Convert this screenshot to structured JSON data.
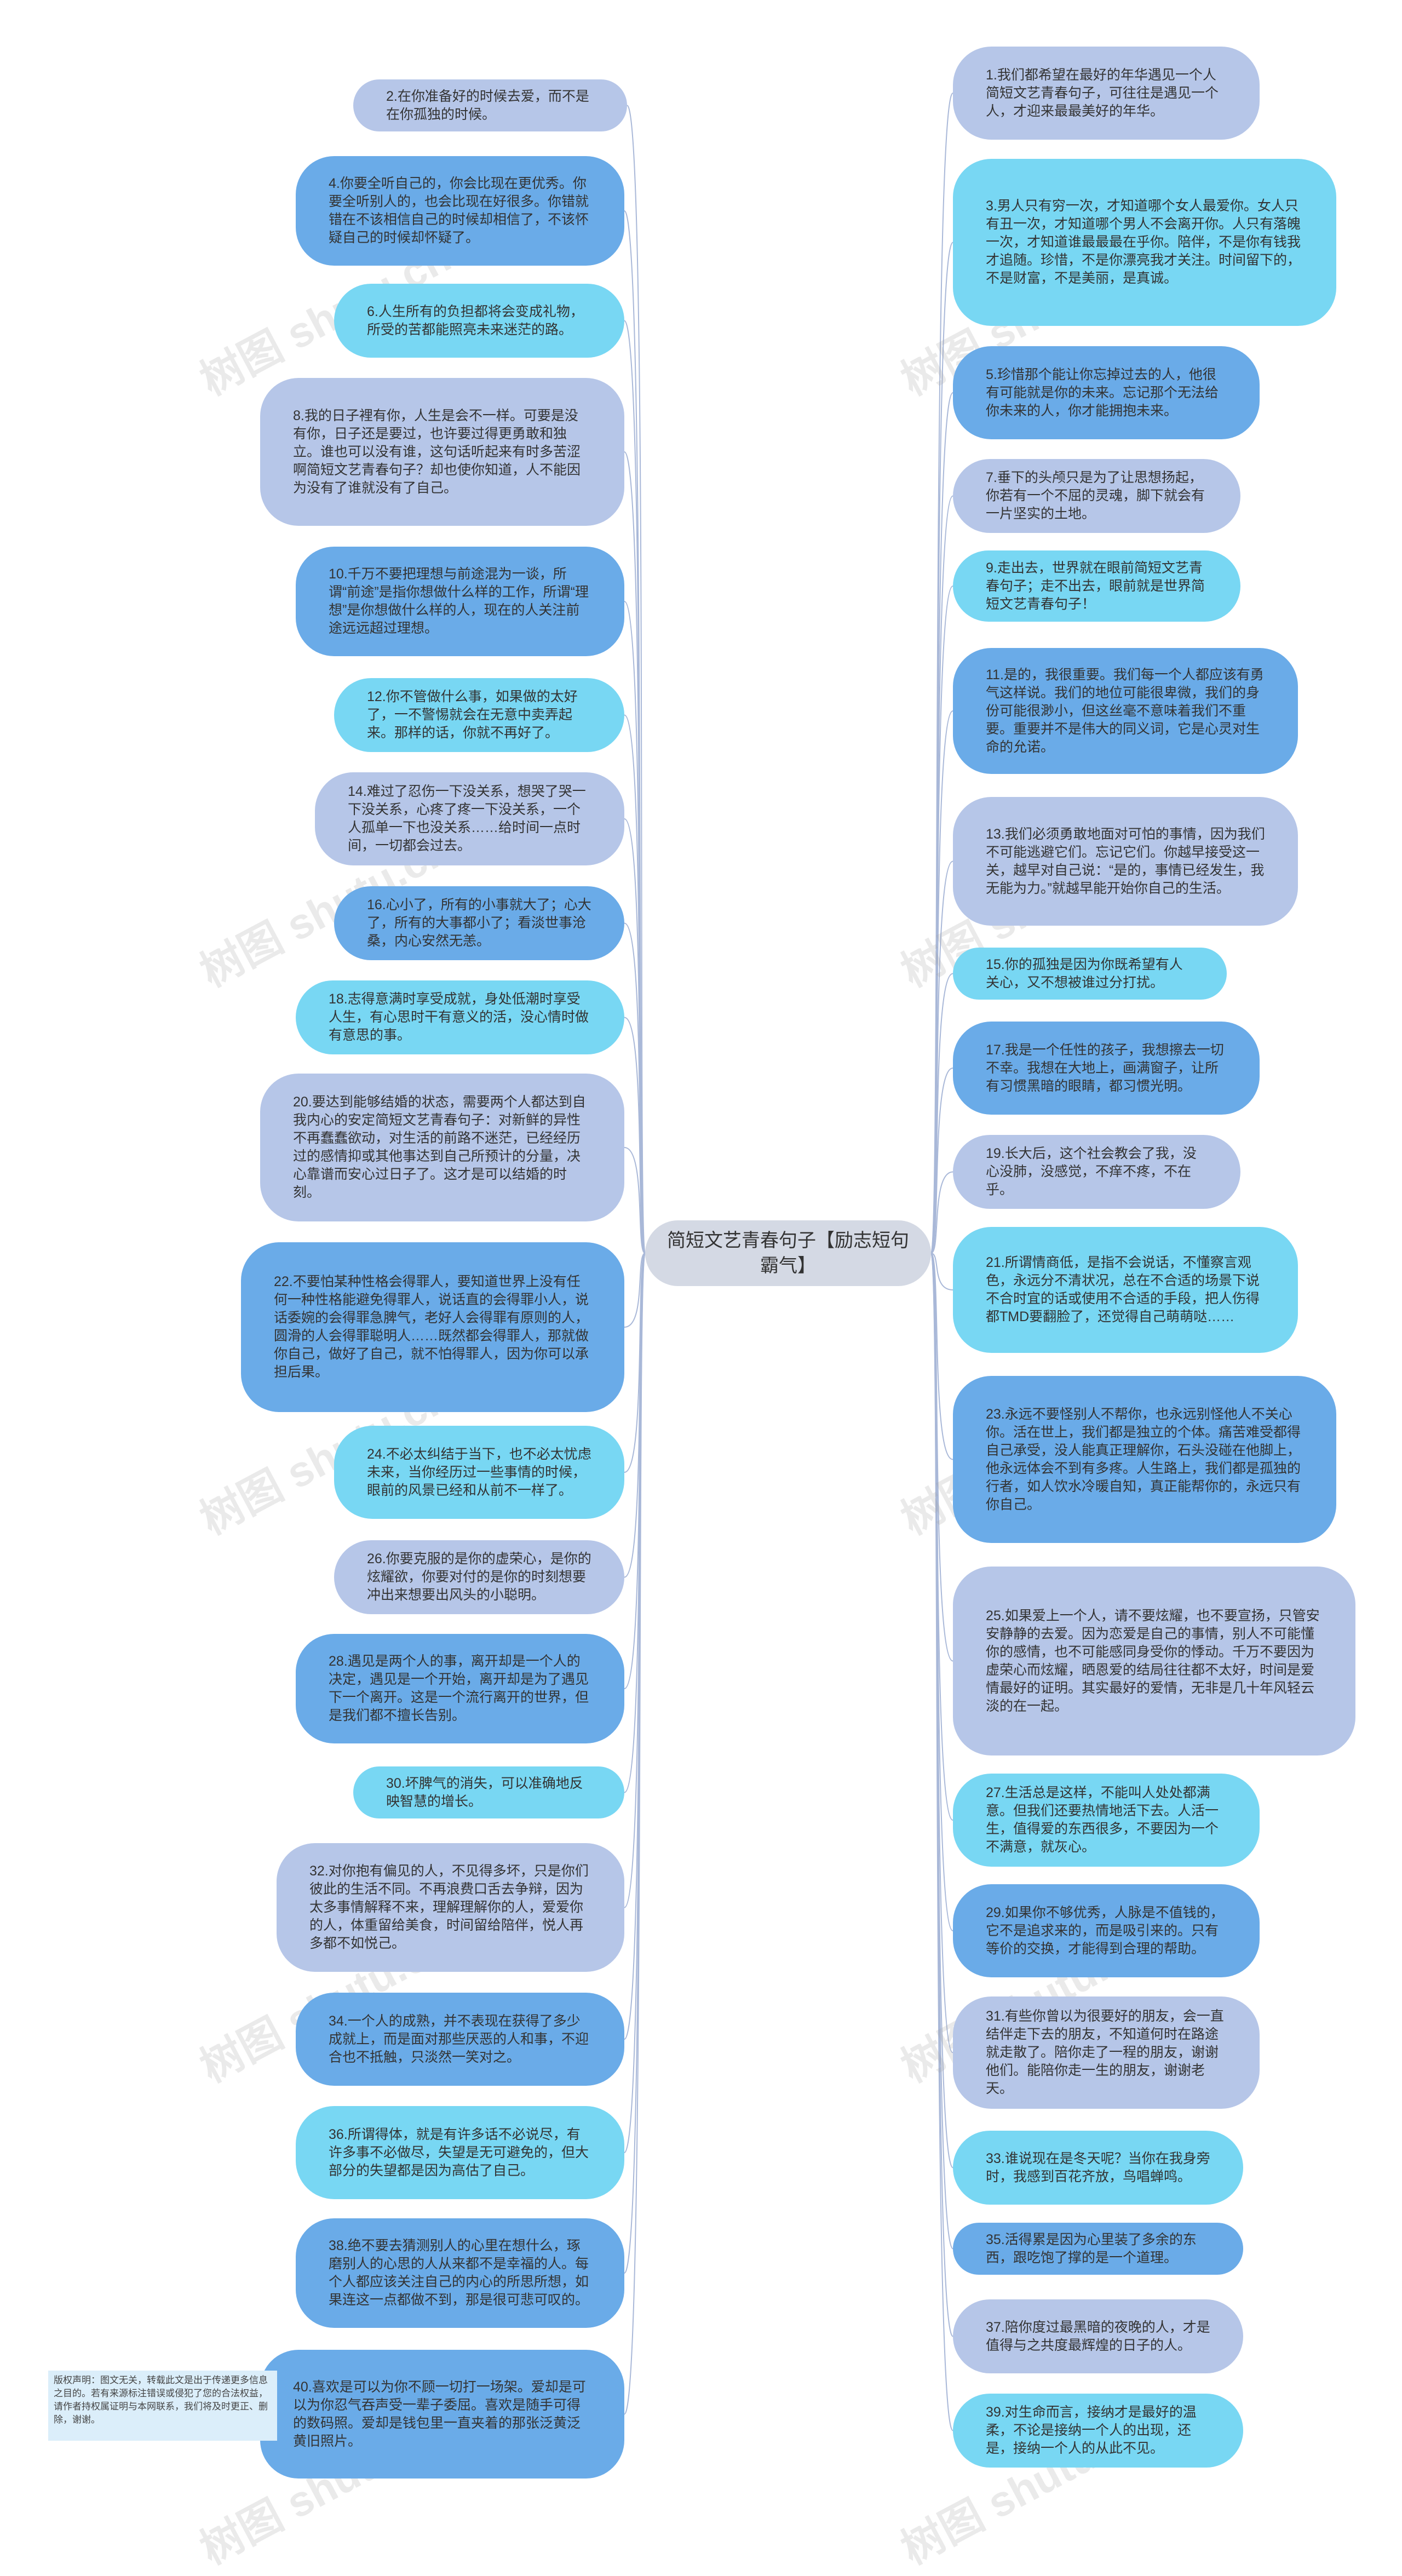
{
  "center": {
    "label": "简短文艺青春句子【励志短句霸气】"
  },
  "copyright": "版权声明：图文无关，转载此文是出于传递更多信息之目的。若有来源标注错误或侵犯了您的合法权益，请作者持权属证明与本网联系，我们将及时更正、删除，谢谢。",
  "watermark": "树图 shutu.cn",
  "colors": {
    "blue": "#6aabe8",
    "lavender": "#b6c6e8",
    "cyan": "#78d7f3",
    "center": "#d4d9e4",
    "line": "#a9b8d8"
  },
  "left_nodes": [
    "2.在你准备好的时候去爱，而不是在你孤独的时候。",
    "4.你要全听自己的，你会比现在更优秀。你要全听别人的，也会比现在好很多。你错就错在不该相信自己的时候却相信了，不该怀疑自己的时候却怀疑了。",
    "6.人生所有的负担都将会变成礼物，所受的苦都能照亮未来迷茫的路。",
    "8.我的日子裡有你，人生是会不一样。可要是没有你，日子还是要过，也许要过得更勇敢和独立。谁也可以没有谁，这句话听起来有时多苦涩啊简短文艺青春句子？却也使你知道，人不能因为没有了谁就没有了自己。",
    "10.千万不要把理想与前途混为一谈，所谓“前途”是指你想做什么样的工作，所谓“理想”是你想做什么样的人，现在的人关注前途远远超过理想。",
    "12.你不管做什么事，如果做的太好了，一不警惕就会在无意中卖弄起来。那样的话，你就不再好了。",
    "14.难过了忍伤一下没关系，想哭了哭一下没关系，心疼了疼一下没关系，一个人孤单一下也没关系……给时间一点时间，一切都会过去。",
    "16.心小了，所有的小事就大了；心大了，所有的大事都小了；看淡世事沧桑，内心安然无恙。",
    "18.志得意满时享受成就，身处低潮时享受人生，有心思时干有意义的活，没心情时做有意思的事。",
    "20.要达到能够结婚的状态，需要两个人都达到自我内心的安定简短文艺青春句子：对新鲜的异性不再蠢蠢欲动，对生活的前路不迷茫，已经经历过的感情抑或其他事达到自己所预计的分量，决心靠谱而安心过日子了。这才是可以结婚的时刻。",
    "22.不要怕某种性格会得罪人，要知道世界上没有任何一种性格能避免得罪人，说话直的会得罪小人，说话委婉的会得罪急脾气，老好人会得罪有原则的人，圆滑的人会得罪聪明人……既然都会得罪人，那就做你自己，做好了自己，就不怕得罪人，因为你可以承担后果。",
    "24.不必太纠结于当下，也不必太忧虑未来，当你经历过一些事情的时候，眼前的风景已经和从前不一样了。",
    "26.你要克服的是你的虚荣心，是你的炫耀欲，你要对付的是你的时刻想要冲出来想要出风头的小聪明。",
    "28.遇见是两个人的事，离开却是一个人的决定，遇见是一个开始，离开却是为了遇见下一个离开。这是一个流行离开的世界，但是我们都不擅长告别。",
    "30.坏脾气的消失，可以准确地反映智慧的增长。",
    "32.对你抱有偏见的人，不见得多坏，只是你们彼此的生活不同。不再浪费口舌去争辩，因为太多事情解释不来，理解理解你的人，爱爱你的人，体重留给美食，时间留给陪伴，悦人再多都不如悦己。",
    "34.一个人的成熟，并不表现在获得了多少成就上，而是面对那些厌恶的人和事，不迎合也不抵触，只淡然一笑对之。",
    "36.所谓得体，就是有许多话不必说尽，有许多事不必做尽，失望是无可避免的，但大部分的失望都是因为高估了自己。",
    "38.绝不要去猜测别人的心里在想什么，琢磨别人的心思的人从来都不是幸福的人。每个人都应该关注自己的内心的所思所想，如果连这一点都做不到，那是很可悲可叹的。",
    "40.喜欢是可以为你不顾一切打一场架。爱却是可以为你忍气吞声受一辈子委屈。喜欢是随手可得的数码照。爱却是钱包里一直夹着的那张泛黄泛黄旧照片。"
  ],
  "right_nodes": [
    "1.我们都希望在最好的年华遇见一个人简短文艺青春句子，可往往是遇见一个人，才迎来最最美好的年华。",
    "3.男人只有穷一次，才知道哪个女人最爱你。女人只有丑一次，才知道哪个男人不会离开你。人只有落魄一次，才知道谁最最最在乎你。陪伴，不是你有钱我才追随。珍惜，不是你漂亮我才关注。时间留下的，不是财富，不是美丽，是真诚。",
    "5.珍惜那个能让你忘掉过去的人，他很有可能就是你的未来。忘记那个无法给你未来的人，你才能拥抱未来。",
    "7.垂下的头颅只是为了让思想扬起，你若有一个不屈的灵魂，脚下就会有一片坚实的土地。",
    "9.走出去，世界就在眼前简短文艺青春句子；走不出去，眼前就是世界简短文艺青春句子！",
    "11.是的，我很重要。我们每一个人都应该有勇气这样说。我们的地位可能很卑微，我们的身份可能很渺小，但这丝毫不意味着我们不重要。重要并不是伟大的同义词，它是心灵对生命的允诺。",
    "13.我们必须勇敢地面对可怕的事情，因为我们不可能逃避它们。忘记它们。你越早接受这一关，越早对自己说：“是的，事情已经发生，我无能为力。”就越早能开始你自己的生活。",
    "15.你的孤独是因为你既希望有人关心，又不想被谁过分打扰。",
    "17.我是一个任性的孩子，我想擦去一切不幸。我想在大地上，画满窗子，让所有习惯黑暗的眼睛，都习惯光明。",
    "19.长大后，这个社会教会了我，没心没肺，没感觉，不痒不疼，不在乎。",
    "21.所谓情商低，是指不会说话，不懂察言观色，永远分不清状况，总在不合适的场景下说不合时宜的话或使用不合适的手段，把人伤得都TMD要翻脸了，还觉得自己萌萌哒……",
    "23.永远不要怪别人不帮你，也永远别怪他人不关心你。活在世上，我们都是独立的个体。痛苦难受都得自己承受，没人能真正理解你，石头没碰在他脚上，他永远体会不到有多疼。人生路上，我们都是孤独的行者，如人饮水冷暖自知，真正能帮你的，永远只有你自己。",
    "25.如果爱上一个人，请不要炫耀，也不要宣扬，只管安安静静的去爱。因为恋爱是自己的事情，别人不可能懂你的感情，也不可能感同身受你的悸动。千万不要因为虚荣心而炫耀，晒恩爱的结局往往都不太好，时间是爱情最好的证明。其实最好的爱情，无非是几十年风轻云淡的在一起。",
    "27.生活总是这样，不能叫人处处都满意。但我们还要热情地活下去。人活一生，值得爱的东西很多，不要因为一个不满意，就灰心。",
    "29.如果你不够优秀，人脉是不值钱的，它不是追求来的，而是吸引来的。只有等价的交换，才能得到合理的帮助。",
    "31.有些你曾以为很要好的朋友，会一直结伴走下去的朋友，不知道何时在路途就走散了。陪你走了一程的朋友，谢谢他们。能陪你走一生的朋友，谢谢老天。",
    "33.谁说现在是冬天呢？当你在我身旁时，我感到百花齐放，鸟唱蝉鸣。",
    "35.活得累是因为心里装了多余的东西，跟吃饱了撑的是一个道理。",
    "37.陪你度过最黑暗的夜晚的人，才是值得与之共度最辉煌的日子的人。",
    "39.对生命而言，接纳才是最好的温柔，不论是接纳一个人的出现，还是，接纳一个人的从此不见。"
  ]
}
